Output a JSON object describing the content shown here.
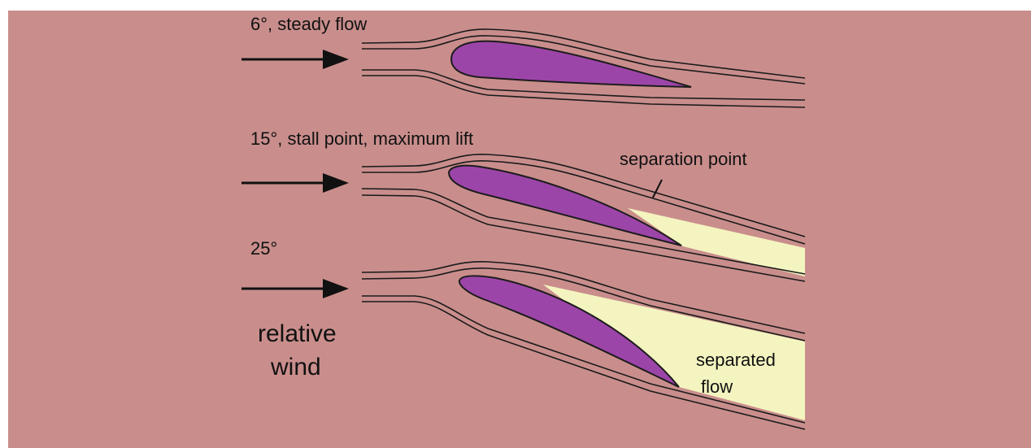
{
  "colors": {
    "background": "#c98e8c",
    "airfoil": "#9c45a8",
    "separated_region": "#f4f4c0",
    "lines": "#1a1a1a"
  },
  "labels": {
    "row1": "6°, steady flow",
    "row2": "15°, stall point, maximum lift",
    "row3": "25°",
    "separation_point": "separation point",
    "relative_wind_line1": "relative",
    "relative_wind_line2": "wind",
    "separated_flow_line1": "separated",
    "separated_flow_line2": "flow"
  }
}
